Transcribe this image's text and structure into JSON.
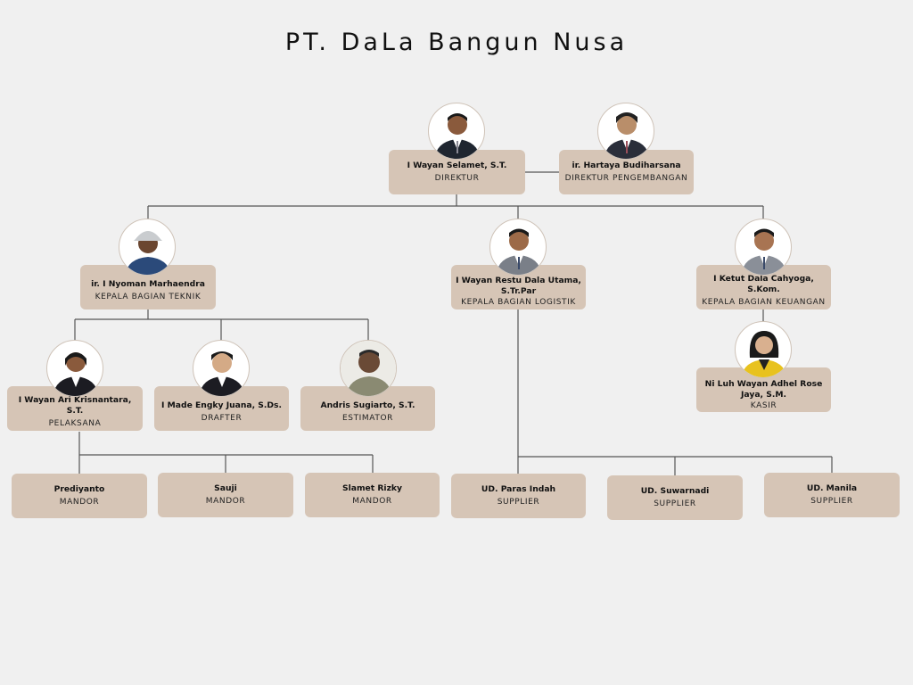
{
  "title": "PT. DaLa Bangun Nusa",
  "nodes": {
    "direktur": {
      "name": "I Wayan Selamet, S.T.",
      "role": "DIREKTUR"
    },
    "dir_pengembangan": {
      "name": "ir. Hartaya Budiharsana",
      "role": "DIREKTUR PENGEMBANGAN"
    },
    "kb_teknik": {
      "name": "ir. I Nyoman Marhaendra",
      "role": "KEPALA BAGIAN TEKNIK"
    },
    "kb_logistik": {
      "name": "I Wayan Restu Dala Utama, S.Tr.Par",
      "role": "KEPALA BAGIAN LOGISTIK"
    },
    "kb_keuangan": {
      "name": "I Ketut Dala Cahyoga, S.Kom.",
      "role": "KEPALA BAGIAN KEUANGAN"
    },
    "pelaksana": {
      "name": "I Wayan Ari Krisnantara, S.T.",
      "role": "PELAKSANA"
    },
    "drafter": {
      "name": "I Made Engky Juana, S.Ds.",
      "role": "DRAFTER"
    },
    "estimator": {
      "name": "Andris Sugiarto, S.T.",
      "role": "ESTIMATOR"
    },
    "kasir": {
      "name": "Ni Luh Wayan Adhel Rose Jaya, S.M.",
      "role": "KASIR"
    },
    "mandor1": {
      "name": "Prediyanto",
      "role": "MANDOR"
    },
    "mandor2": {
      "name": "Sauji",
      "role": "MANDOR"
    },
    "mandor3": {
      "name": "Slamet Rizky",
      "role": "MANDOR"
    },
    "supplier1": {
      "name": "UD. Paras Indah",
      "role": "SUPPLIER"
    },
    "supplier2": {
      "name": "UD. Suwarnadi",
      "role": "SUPPLIER"
    },
    "supplier3": {
      "name": "UD. Manila",
      "role": "SUPPLIER"
    }
  },
  "colors": {
    "box": "#d6c5b6",
    "line": "#555555",
    "background": "#f0f0f0"
  }
}
